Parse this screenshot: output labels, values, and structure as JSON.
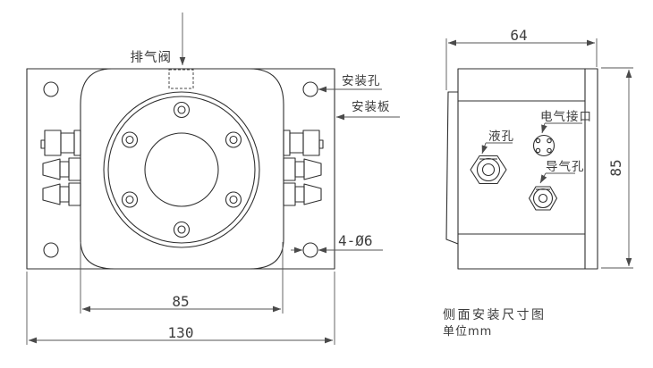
{
  "drawing_type": "engineering-dimension-drawing",
  "front_view": {
    "callouts": {
      "exhaust_valve": "排气阀",
      "mounting_hole": "安装孔",
      "mounting_plate": "安装板",
      "hole_note": "4-Ø6"
    },
    "dimensions": {
      "body_width": "85",
      "plate_width": "130"
    }
  },
  "side_view": {
    "callouts": {
      "electrical_port": "电气接口",
      "liquid_port": "液孔",
      "air_port": "导气孔"
    },
    "dimensions": {
      "depth": "64",
      "height": "85"
    }
  },
  "caption": {
    "line1": "侧面安装尺寸图",
    "line2": "单位mm"
  },
  "colors": {
    "object_line": "#2f2f2f",
    "dimension_line": "#565656",
    "text": "#3b3b3b",
    "background": "#ffffff"
  }
}
